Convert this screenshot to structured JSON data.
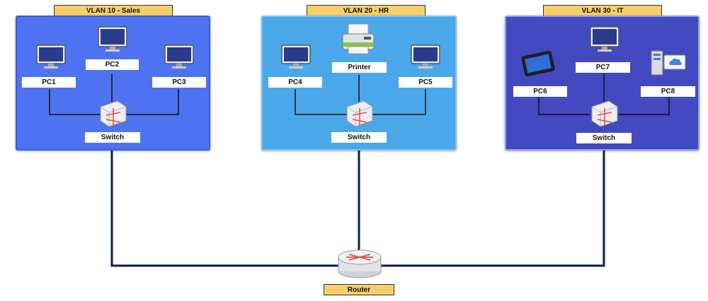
{
  "colors": {
    "vlan10": "#4f73f0",
    "vlan20": "#4aa8ea",
    "vlan30": "#4349c1",
    "title_bg": "#f7cf6a",
    "trunk_line": "#0b1d52"
  },
  "vlans": [
    {
      "title": "VLAN 10 - Sales",
      "devices": [
        {
          "label": "PC1",
          "icon": "monitor-icon"
        },
        {
          "label": "PC2",
          "icon": "monitor-icon"
        },
        {
          "label": "PC3",
          "icon": "monitor-icon"
        }
      ],
      "switch_label": "Switch"
    },
    {
      "title": "VLAN 20 - HR",
      "devices": [
        {
          "label": "PC4",
          "icon": "monitor-icon"
        },
        {
          "label": "Printer",
          "icon": "printer-icon"
        },
        {
          "label": "PC5",
          "icon": "monitor-icon"
        }
      ],
      "switch_label": "Switch"
    },
    {
      "title": "VLAN 30 - IT",
      "devices": [
        {
          "label": "PC6",
          "icon": "tablet-icon"
        },
        {
          "label": "PC7",
          "icon": "monitor-icon"
        },
        {
          "label": "PC8",
          "icon": "server-cloud-icon"
        }
      ],
      "switch_label": "Switch"
    }
  ],
  "router": {
    "label": "Router",
    "icon": "router-icon"
  }
}
